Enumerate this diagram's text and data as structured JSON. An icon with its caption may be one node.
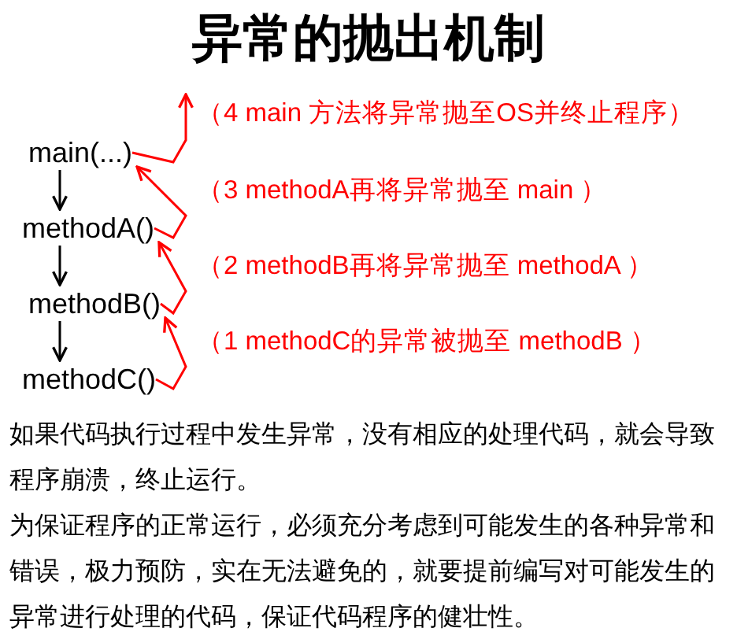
{
  "diagram": {
    "title": "异常的抛出机制",
    "nodes": [
      {
        "text": [
          "main(...)"
        ]
      },
      {
        "text": [
          "methodA()"
        ]
      },
      {
        "text": [
          "methodB()"
        ]
      },
      {
        "text": [
          "methodC()"
        ]
      }
    ],
    "edges": [
      {
        "from": 0,
        "to": 1,
        "arrow": "to",
        "color": "#000000"
      },
      {
        "from": 1,
        "to": 2,
        "arrow": "to",
        "color": "#000000"
      },
      {
        "from": 2,
        "to": 3,
        "arrow": "to",
        "color": "#000000"
      },
      {
        "from": 3,
        "to": 2,
        "arrow": "to",
        "label": "（1 methodC的异常被抛至 methodB ）",
        "color": "#ff0000"
      },
      {
        "from": 2,
        "to": 1,
        "arrow": "to",
        "label": "（2 methodB再将异常抛至 methodA ）",
        "color": "#ff0000"
      },
      {
        "from": 1,
        "to": 0,
        "arrow": "to",
        "label": "（3 methodA再将异常抛至 main ）",
        "color": "#ff0000"
      },
      {
        "from": 0,
        "to": null,
        "arrow": "to",
        "label": "（4 main 方法将异常抛至OS并终止程序）",
        "color": "#ff0000"
      }
    ],
    "labels": [
      "如果代码执行过程中发生异常，没有相应的处理代码，就会导致程序崩溃，终止运行。",
      "为保证程序的正常运行，必须充分考虑到可能发生的各种异常和错误，极力预防，实在无法避免的，就要提前编写对可能发生的异常进行处理的代码，保证代码程序的健壮性。"
    ]
  }
}
